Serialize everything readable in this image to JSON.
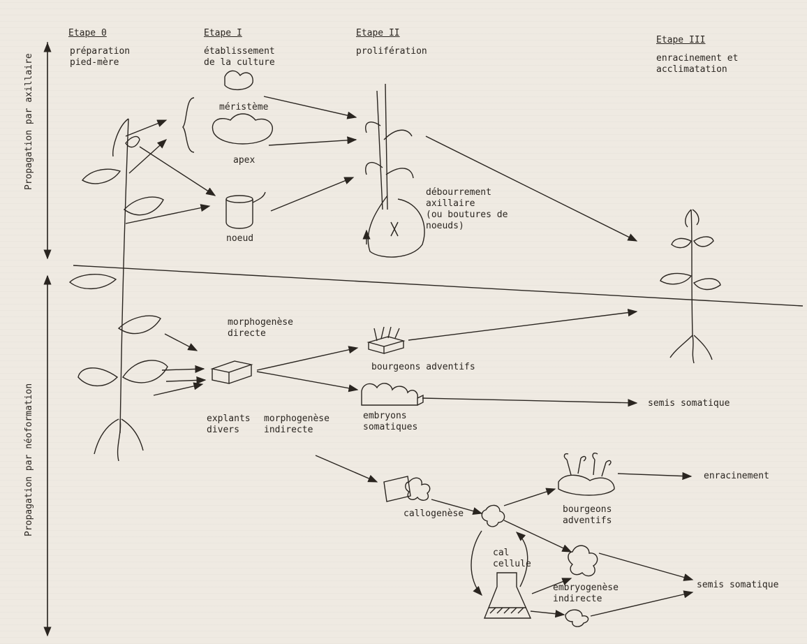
{
  "colors": {
    "paper": "#efeae2",
    "ink": "#2a2520"
  },
  "stages": {
    "s0_title": "Etape 0",
    "s0_desc": "préparation\npied-mère",
    "s1_title": "Etape I",
    "s1_desc": "établissement\nde la culture",
    "s2_title": "Etape II",
    "s2_desc": "prolifération",
    "s3_title": "Etape III",
    "s3_desc": "enracinement et\nacclimatation"
  },
  "side": {
    "axillary": "Propagation par axillaire",
    "neoformation": "Propagation par néoformation"
  },
  "labels": {
    "meristeme": "méristème",
    "apex": "apex",
    "noeud": "noeud",
    "debourrement": "débourrement\naxillaire\n(ou boutures de\nnoeuds)",
    "morpho_directe": "morphogenèse\ndirecte",
    "explants": "explants\ndivers",
    "morpho_indirecte": "morphogenèse\nindirecte",
    "bourgeons_adventifs_1": "bourgeons adventifs",
    "embryons": "embryons\nsomatiques",
    "semis_1": "semis somatique",
    "callogenese": "callogenèse",
    "cal_cellule": "cal\ncellule",
    "bourgeons_adventifs_2": "bourgeons\nadventifs",
    "embryogenese": "embryogenèse\nindirecte",
    "enracinement": "enracinement",
    "semis_2": "semis somatique"
  },
  "icons": [
    "plant-mother-icon",
    "meristem-icon",
    "apex-icon",
    "node-icon",
    "shoot-proliferation-icon",
    "rooted-plant-icon",
    "explant-block-icon",
    "adventitious-buds-icon",
    "somatic-embryos-icon",
    "callus-icon",
    "flask-icon"
  ]
}
